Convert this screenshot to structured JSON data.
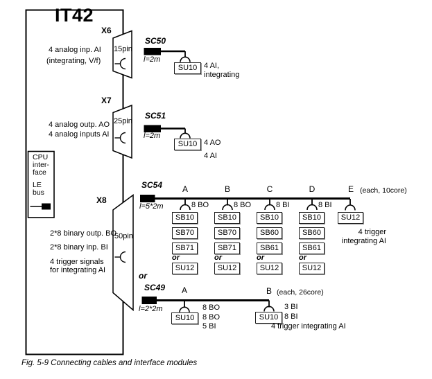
{
  "title": "IT42",
  "caption": "Fig. 5-9  Connecting cables and interface modules",
  "cpu": {
    "l1": "CPU",
    "l2": "inter-",
    "l3": "face",
    "l4": "LE",
    "l5": "bus"
  },
  "x6": {
    "name": "X6",
    "pins": "15pin",
    "d1": "4 analog inp. AI",
    "d2": "(integrating, V/f)"
  },
  "x7": {
    "name": "X7",
    "pins": "25pin",
    "d1": "4 analog outp. AO",
    "d2": "4 analog inputs AI"
  },
  "x8": {
    "name": "X8",
    "pins": "50pin",
    "d1": "2*8 binary outp. BO",
    "d2": "2*8 binary inp. BI",
    "d3": "4 trigger signals",
    "d4": "for integrating AI"
  },
  "sc50": {
    "name": "SC50",
    "len": "l=2m",
    "module": "SU10",
    "n1": "4 AI,",
    "n2": "integrating"
  },
  "sc51": {
    "name": "SC51",
    "len": "l=2m",
    "module": "SU10",
    "n1": "4 AO",
    "n2": "4 AI"
  },
  "sc54": {
    "name": "SC54",
    "len": "l=5*2m",
    "a": {
      "label": "A",
      "sig": "8 BO",
      "m1": "SB10",
      "m2": "SB70",
      "m3": "SB71",
      "or": "or",
      "m4": "SU12"
    },
    "b": {
      "label": "B",
      "sig": "8 BO",
      "m1": "SB10",
      "m2": "SB70",
      "m3": "SB71",
      "or": "or",
      "m4": "SU12"
    },
    "c": {
      "label": "C",
      "sig": "8 BI",
      "m1": "SB10",
      "m2": "SB60",
      "m3": "SB61",
      "or": "or",
      "m4": "SU12"
    },
    "d": {
      "label": "D",
      "sig": "8 BI",
      "m1": "SB10",
      "m2": "SB60",
      "m3": "SB61",
      "or": "or",
      "m4": "SU12"
    },
    "e": {
      "label": "E",
      "note": "(each, 10core)",
      "m1": "SU12",
      "d1": "4 trigger",
      "d2": "integrating AI"
    }
  },
  "or_label": "or",
  "sc49": {
    "name": "SC49",
    "len": "l=2*2m",
    "a": {
      "label": "A",
      "module": "SU10",
      "n1": "8 BO",
      "n2": "8 BO",
      "n3": "5 BI"
    },
    "b": {
      "label": "B",
      "note": "(each, 26core)",
      "module": "SU10",
      "n1": "3 BI",
      "n2": "8 BI",
      "n3": "4 trigger integrating AI"
    }
  }
}
